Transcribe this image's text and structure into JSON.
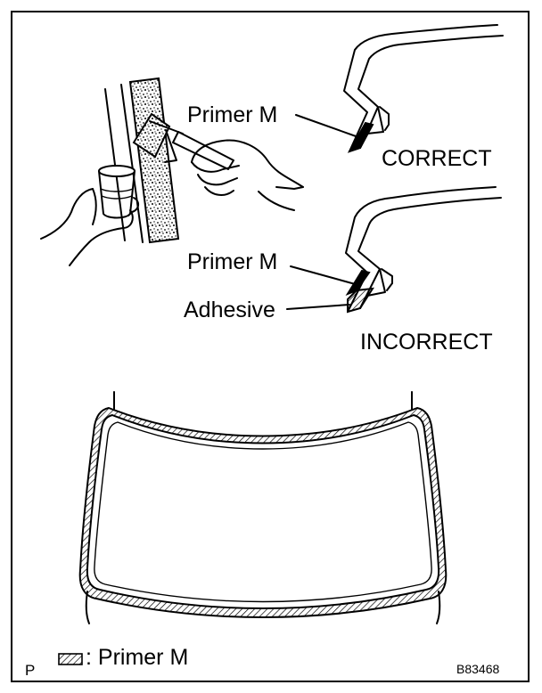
{
  "labels": {
    "primer_top": "Primer M",
    "correct": "CORRECT",
    "primer_mid": "Primer M",
    "adhesive": "Adhesive",
    "incorrect": "INCORRECT"
  },
  "legend": {
    "symbol_label": ": Primer M"
  },
  "footer": {
    "corner_letter": "P",
    "figure_code": "B83468"
  },
  "icons": [
    "brush-icon",
    "primer-cup-icon",
    "hand-icon",
    "windshield-icon",
    "hatch-swatch-icon"
  ]
}
